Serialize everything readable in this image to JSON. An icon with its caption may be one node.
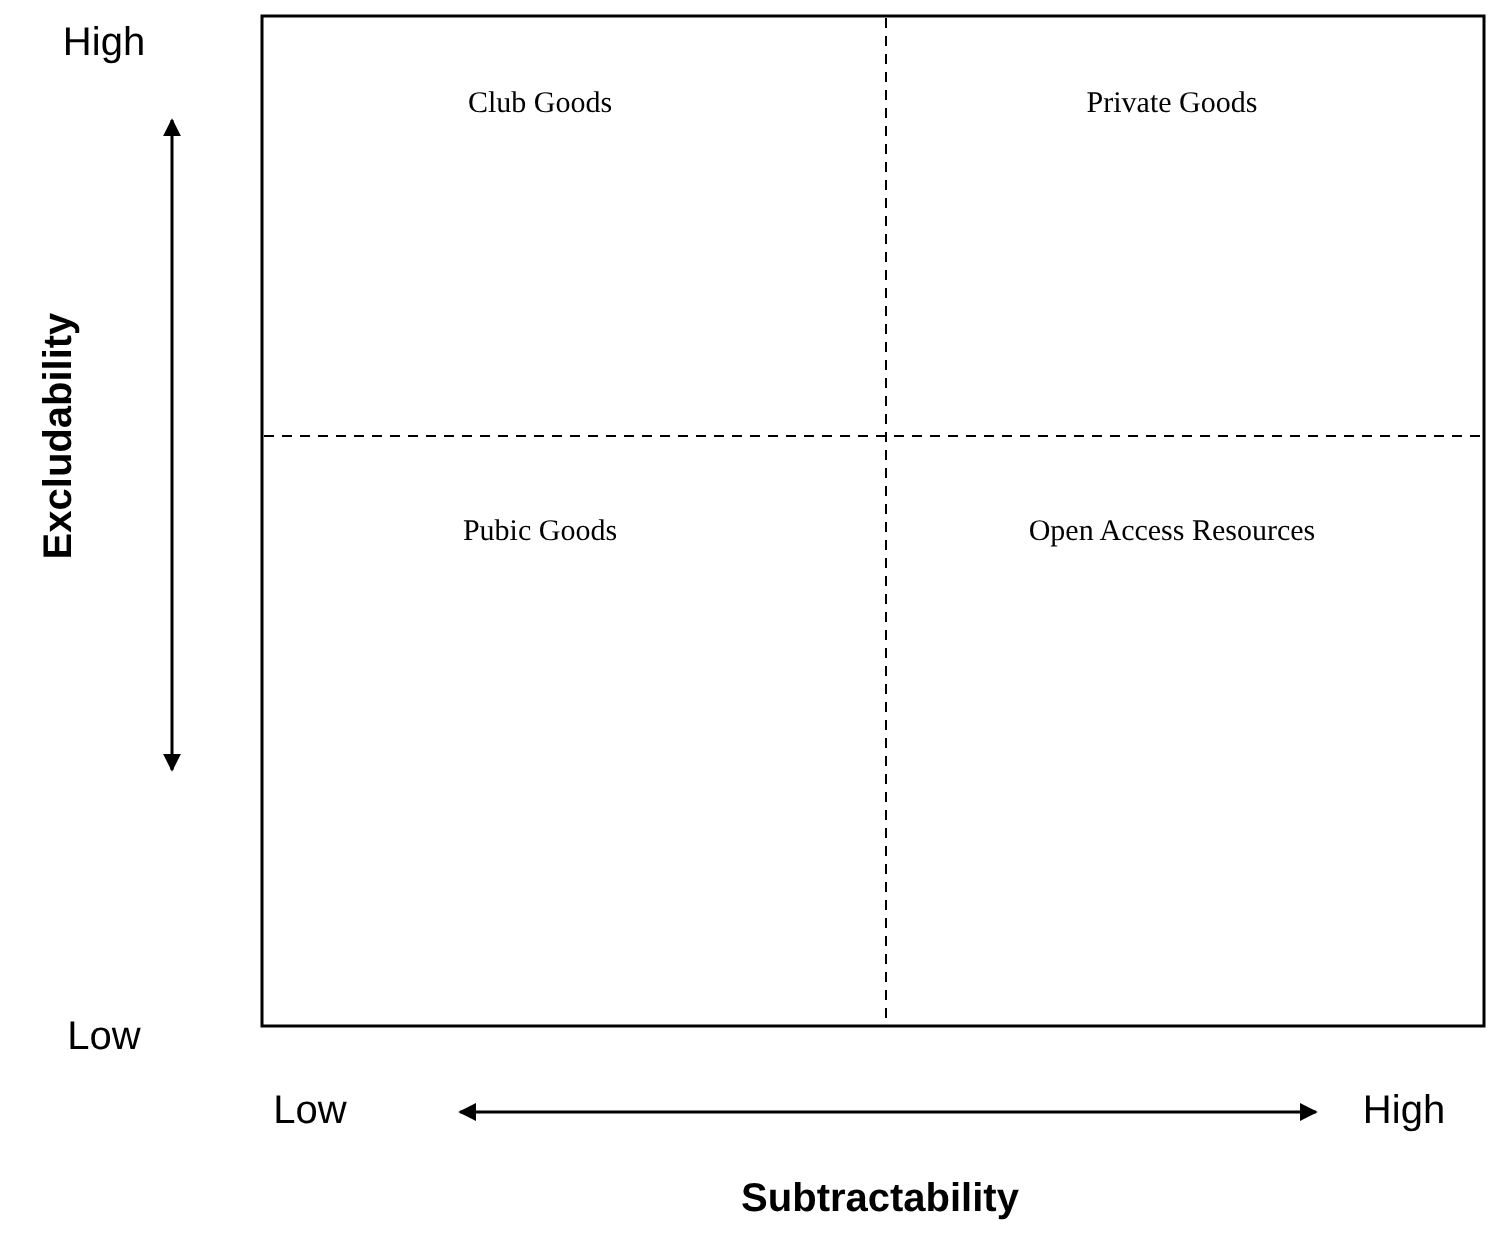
{
  "diagram": {
    "nodes": [
      {
        "text": [
          "Club Goods"
        ]
      },
      {
        "text": [
          "Private Goods"
        ]
      },
      {
        "text": [
          "Pubic Goods"
        ]
      },
      {
        "text": [
          "Open Access Resources"
        ]
      }
    ],
    "labels": [
      "High",
      "Excludability",
      "Low",
      "Low",
      "High",
      "Subtractability"
    ]
  }
}
